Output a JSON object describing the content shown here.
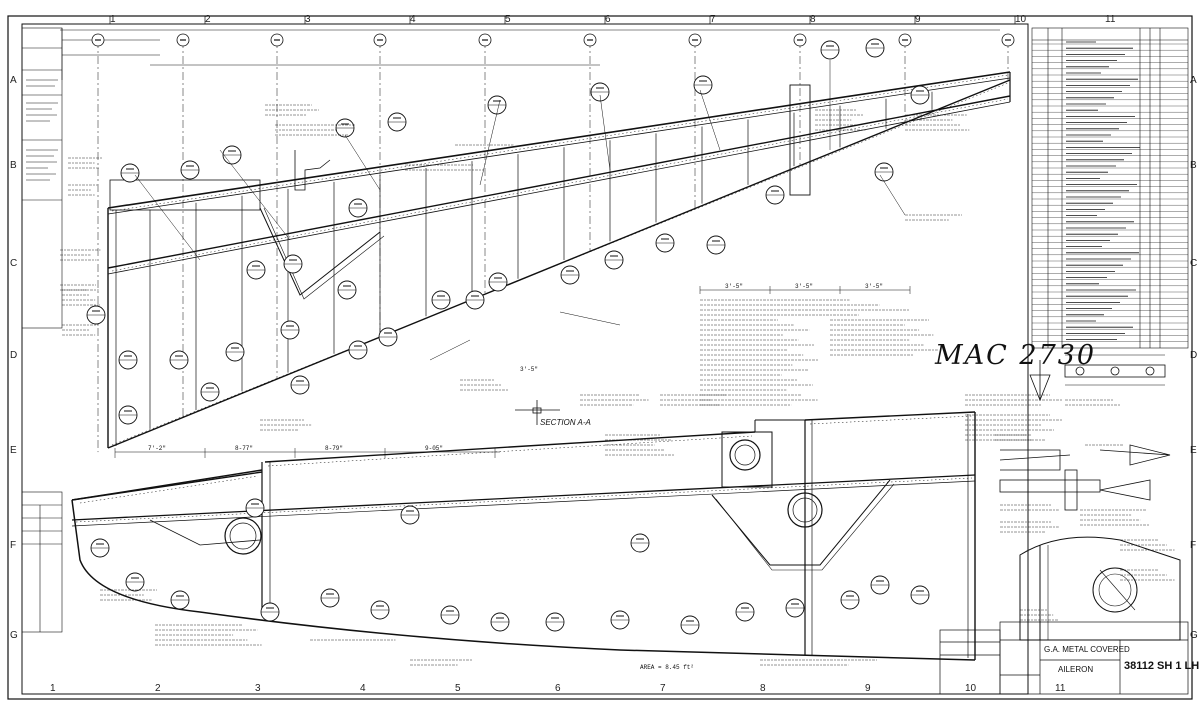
{
  "zones": {
    "top_columns": [
      "1",
      "2",
      "3",
      "4",
      "5",
      "6",
      "7",
      "8",
      "9",
      "10",
      "11"
    ],
    "bottom_columns": [
      "1",
      "2",
      "3",
      "4",
      "5",
      "6",
      "7",
      "8",
      "9",
      "10",
      "11"
    ],
    "rows": [
      "A",
      "B",
      "C",
      "D",
      "E",
      "F",
      "G"
    ]
  },
  "annotation": "MAC 2730",
  "section_label": "SECTION A-A",
  "title_block": {
    "company": "G.A. METAL COVERED",
    "part_name": "AILERON",
    "drawing_number": "38112 SH 1 LH"
  },
  "dimensions": {
    "lower_left": [
      "7'-2\"",
      "8-77\"",
      "8-79\"",
      "9-05\""
    ],
    "station_marks": [
      "3'-5\"",
      "3'-5\"",
      "3'-5\"",
      "3'-5\""
    ],
    "lower_area": "AREA = 8.45 ft²"
  },
  "colors": {
    "ink": "#111111",
    "paper": "#ffffff"
  }
}
